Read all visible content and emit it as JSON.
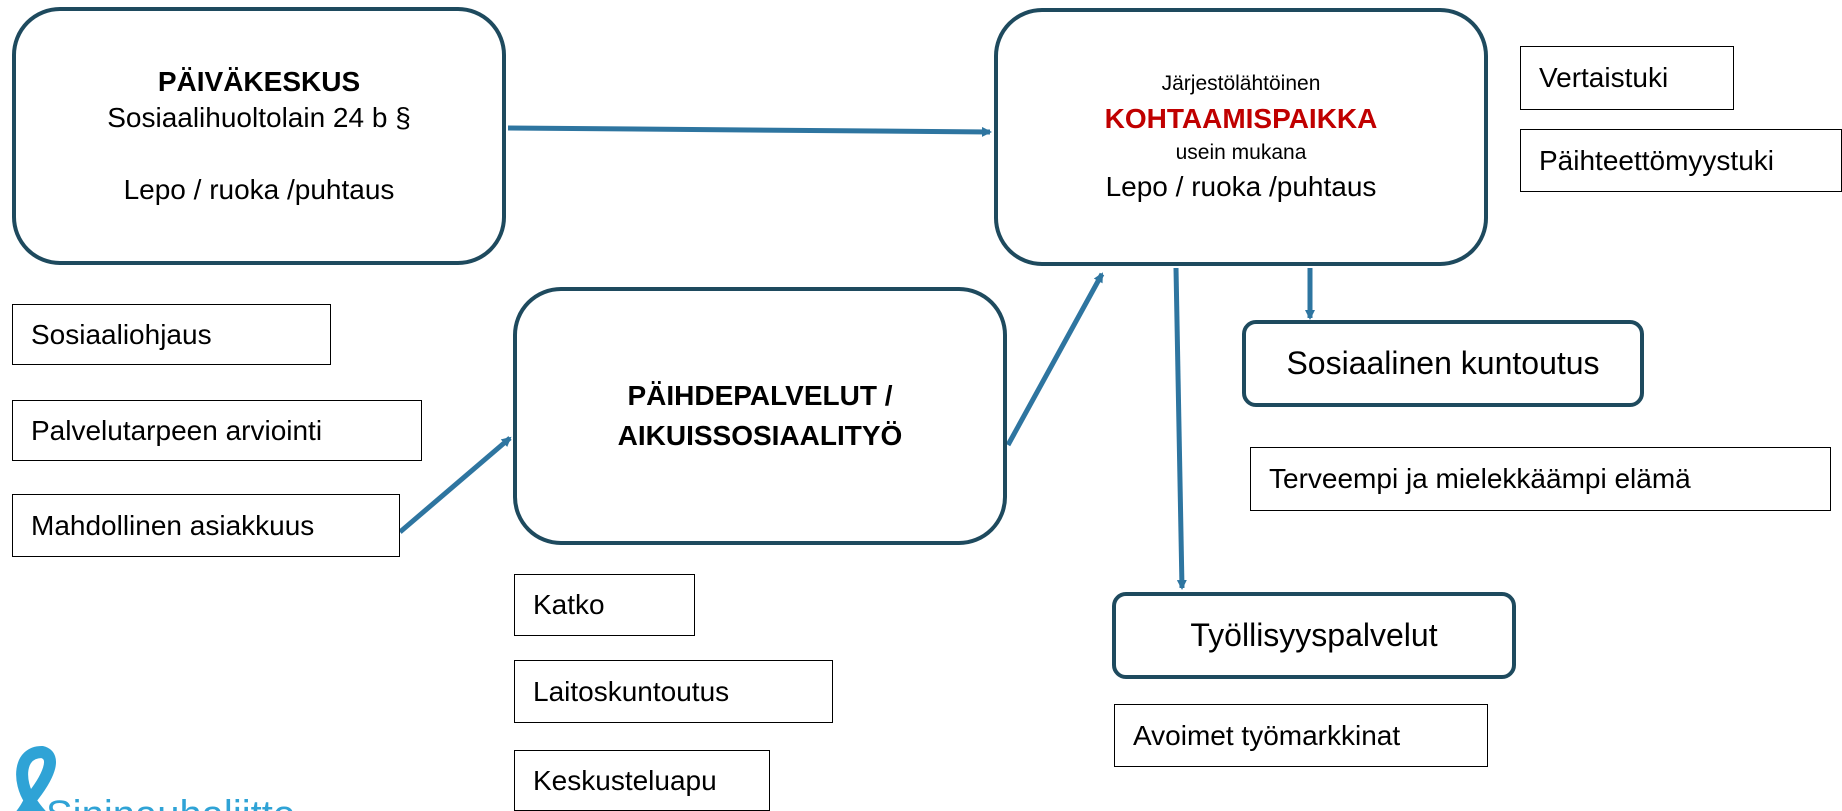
{
  "colors": {
    "box_border": "#1e4a5e",
    "arrow": "#2e75a0",
    "highlight": "#c00000",
    "logo": "#2fa3d6"
  },
  "paivakeskus": {
    "title": "PÄIVÄKESKUS",
    "law": "Sosiaalihuoltolain 24 b §",
    "services": "Lepo / ruoka /puhtaus"
  },
  "kohtaamispaikka": {
    "pretitle": "Järjestölähtöinen",
    "title": "KOHTAAMISPAIKKA",
    "subtitle": "usein mukana",
    "services": "Lepo / ruoka /puhtaus"
  },
  "paihdepalvelut": {
    "line1": "PÄIHDEPALVELUT /",
    "line2": "AIKUISSOSIAALITYÖ"
  },
  "sosiaalinen_kuntoutus": "Sosiaalinen kuntoutus",
  "tyollisyyspalvelut": "Työllisyyspalvelut",
  "labels": {
    "vertaistuki": "Vertaistuki",
    "paihteettomyystuki": "Päihteettömyystuki",
    "sosiaaliohjaus": "Sosiaaliohjaus",
    "palvelutarpeen_arviointi": "Palvelutarpeen arviointi",
    "mahdollinen_asiakkuus": "Mahdollinen asiakkuus",
    "katko": "Katko",
    "laitoskuntoutus": "Laitoskuntoutus",
    "keskusteluapu": "Keskusteluapu",
    "terveempi": "Terveempi ja mielekkäämpi elämä",
    "avoimet": "Avoimet työmarkkinat"
  },
  "logo": {
    "text": "Sininauhaliitto"
  }
}
